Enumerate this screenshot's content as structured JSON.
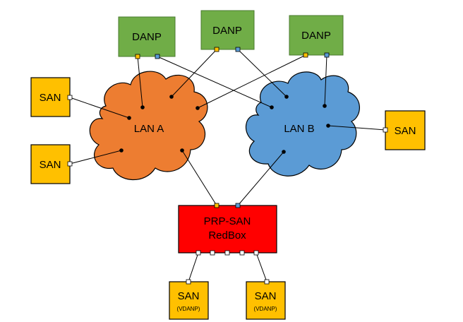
{
  "nodes": {
    "danp_1": "DANP",
    "danp_2": "DANP",
    "danp_3": "DANP",
    "lan_a": "LAN A",
    "lan_b": "LAN B",
    "san_left_top": "SAN",
    "san_left_bottom": "SAN",
    "san_right": "SAN",
    "redbox_line1": "PRP-SAN",
    "redbox_line2": "RedBox",
    "vdanp_1_label": "SAN",
    "vdanp_1_sub": "(VDANP)",
    "vdanp_2_label": "SAN",
    "vdanp_2_sub": "(VDANP)"
  },
  "colors": {
    "danp": "#70ad47",
    "san": "#ffc000",
    "lan_a": "#ed7d31",
    "lan_b": "#5b9bd5",
    "redbox": "#ff0000"
  }
}
